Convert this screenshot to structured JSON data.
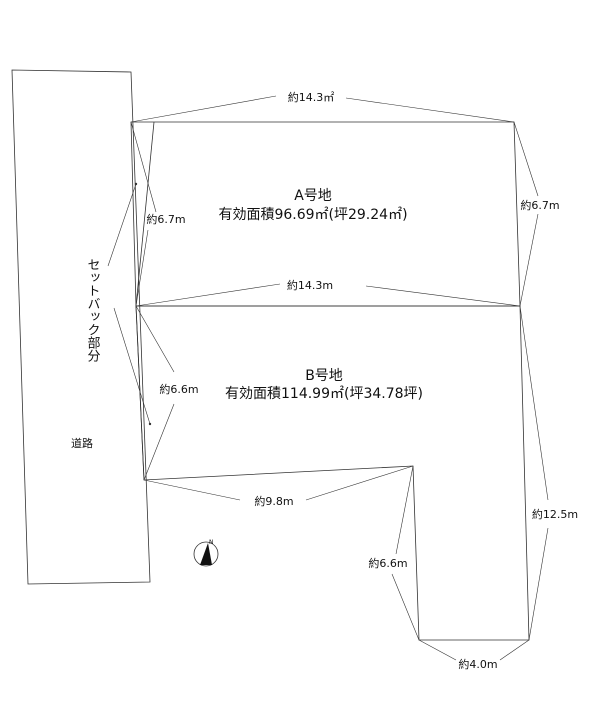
{
  "lot_a": {
    "name": "A号地",
    "area": "有効面積96.69㎡(坪29.24㎡)"
  },
  "lot_b": {
    "name": "B号地",
    "area": "有効面積114.99㎡(坪34.78坪)"
  },
  "dimensions": {
    "a_top": "約14.3㎡",
    "a_left": "約6.7m",
    "a_right": "約6.7m",
    "ab_border": "約14.3m",
    "b_left": "約6.6m",
    "b_bottom_left": "約9.8m",
    "b_notch_left": "約6.6m",
    "b_right": "約12.5m",
    "b_bottom": "約4.0m"
  },
  "setback_label": "セットバック部分",
  "road_label": "道路",
  "north_arrow": {
    "icon": "north-arrow-icon",
    "label": "N"
  }
}
